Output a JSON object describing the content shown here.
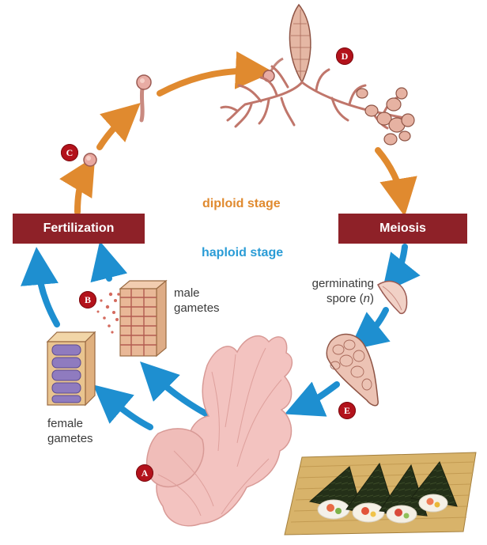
{
  "boxes": {
    "fertilization": "Fertilization",
    "meiosis": "Meiosis"
  },
  "stages": {
    "diploid": "diploid stage",
    "haploid": "haploid stage"
  },
  "labels": {
    "male_line1": "male",
    "male_line2": "gametes",
    "female_line1": "female",
    "female_line2": "gametes",
    "spore_line1": "germinating",
    "spore_line2_prefix": "spore (",
    "spore_n": "n",
    "spore_line2_suffix": ")"
  },
  "badges": {
    "a": "A",
    "b": "B",
    "c": "C",
    "d": "D",
    "e": "E"
  },
  "colors": {
    "diploid_arrow": "#e08a2f",
    "haploid_arrow": "#1e8fd0",
    "box_fill": "#8e2128",
    "badge_fill": "#b3121b"
  },
  "icons": [
    "seaweed-thallus",
    "female-gametangium",
    "male-gametangium",
    "zygote",
    "germinating-zygote",
    "sporophyte",
    "germinating-spore",
    "sushi-rolls"
  ]
}
